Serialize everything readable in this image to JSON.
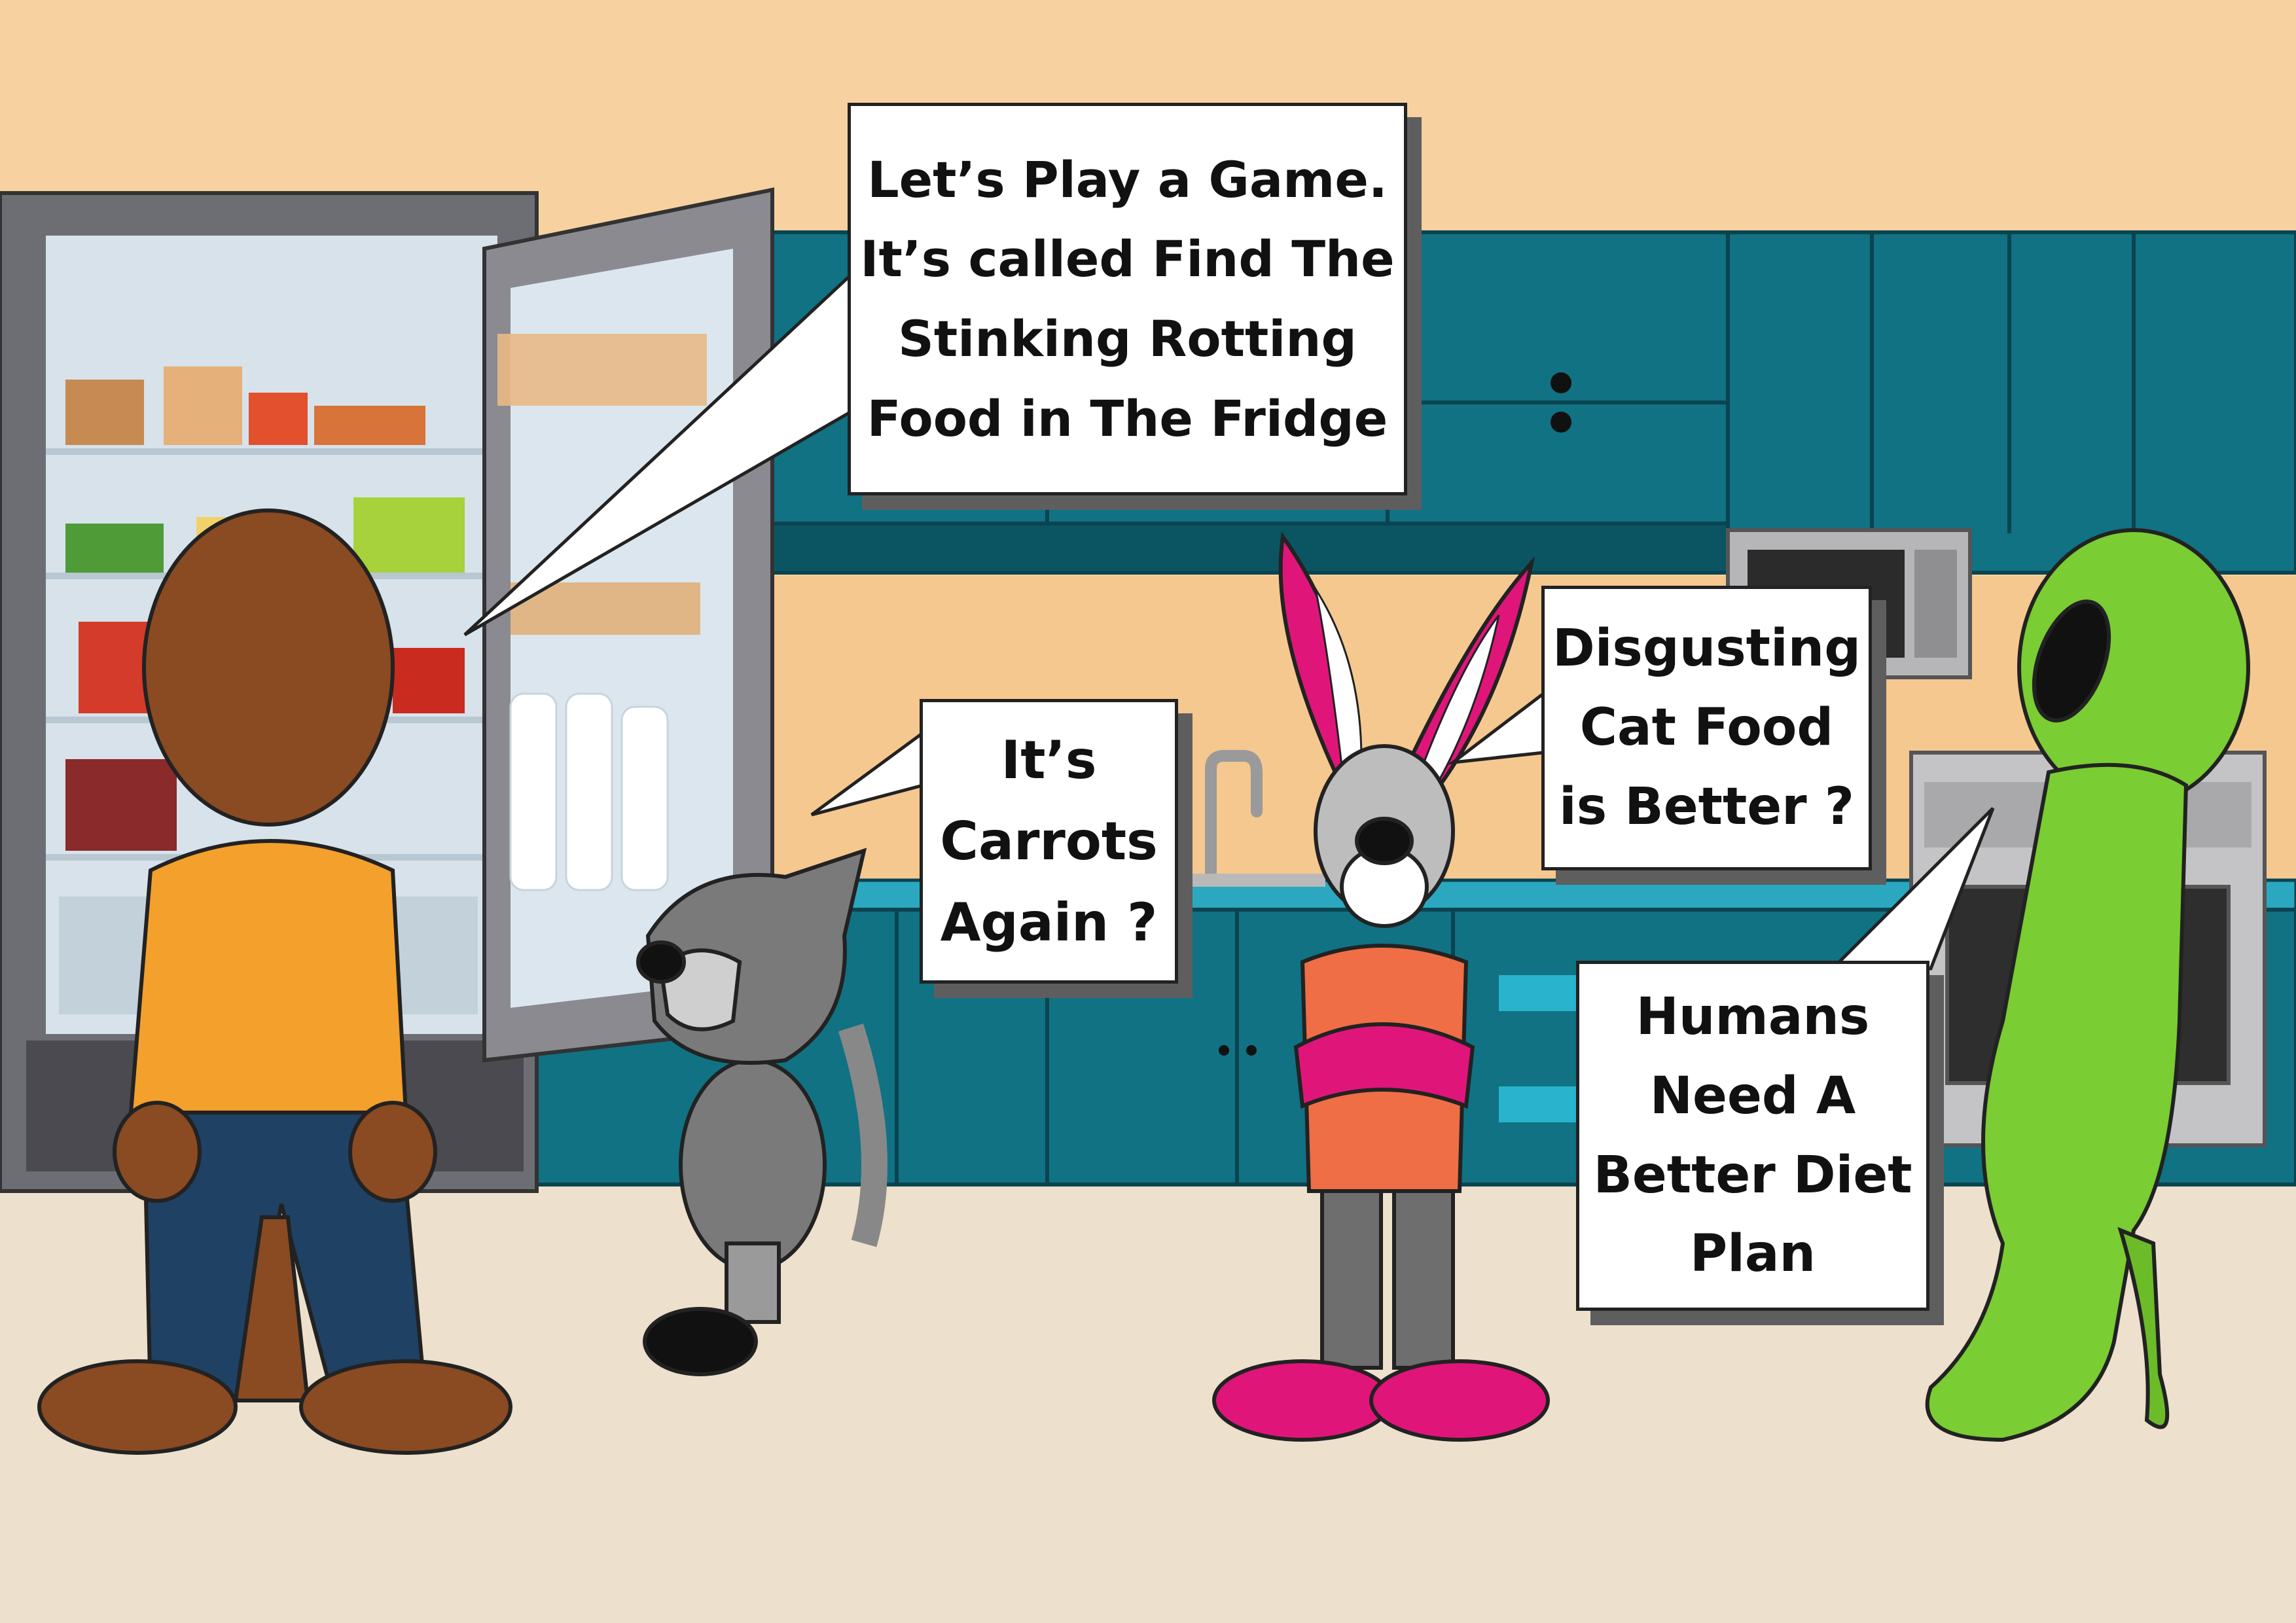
{
  "colors": {
    "wall": "#f7d2a0",
    "floor": "#ede0cd",
    "cabinet": "#107283",
    "cabinet_dark": "#0b5563",
    "counter": "#2ba8c0",
    "fridge_body": "#6d6d74",
    "fridge_interior": "#d7e2ea",
    "werewolf_fur": "#8a4a22",
    "werewolf_shirt": "#f4a02c",
    "werewolf_pants": "#1f4163",
    "raccoon_grey": "#7a7a7a",
    "rabbit_pink": "#e0157a",
    "rabbit_vest": "#ef6e45",
    "alien_green": "#7acd32",
    "bubble_shadow": "#5e5e5e"
  },
  "bubbles": {
    "werewolf": {
      "lines": [
        "Let’s Play a Game.",
        "It’s called Find The",
        "Stinking Rotting",
        "Food in The Fridge"
      ]
    },
    "raccoon": {
      "lines": [
        "It’s",
        "Carrots",
        "Again ?"
      ]
    },
    "rabbit": {
      "lines": [
        "Disgusting",
        "Cat Food",
        "is Better ?"
      ]
    },
    "alien": {
      "lines": [
        "Humans",
        "Need A",
        "Better Diet",
        "Plan"
      ]
    }
  },
  "icons": {
    "fridge": "open-fridge-icon",
    "sink": "sink-faucet-icon",
    "microwave": "microwave-icon",
    "stove": "stove-oven-icon"
  }
}
